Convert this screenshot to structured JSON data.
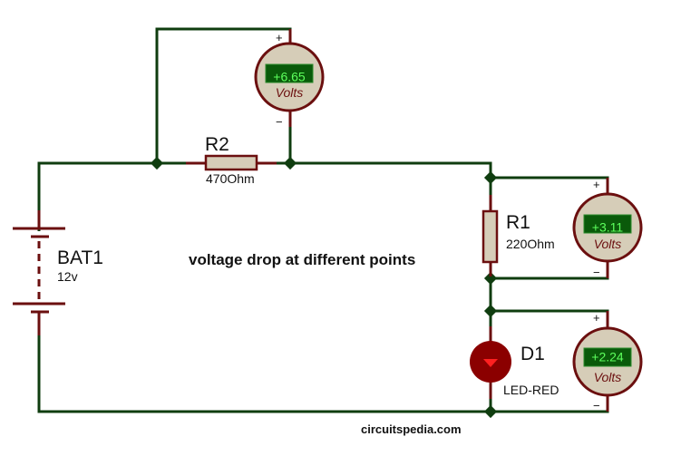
{
  "title": "voltage drop at different points",
  "footer": "circuitspedia.com",
  "colors": {
    "wire": "#0f3d0f",
    "component": "#6b0f0f",
    "body_fill": "#d6cdb8",
    "display_bg": "#0a5a0a",
    "display_text": "#5dff5d",
    "led": "#8b0000",
    "led_arrow": "#ff2020"
  },
  "components": {
    "battery": {
      "ref": "BAT1",
      "value": "12v"
    },
    "r2": {
      "ref": "R2",
      "value": "470Ohm"
    },
    "r1": {
      "ref": "R1",
      "value": "220Ohm"
    },
    "d1": {
      "ref": "D1",
      "value": "LED-RED"
    }
  },
  "voltmeters": [
    {
      "id": "vm-r2",
      "reading": "+6.65",
      "unit": "Volts",
      "plus": "+",
      "minus": "−"
    },
    {
      "id": "vm-r1",
      "reading": "+3.11",
      "unit": "Volts",
      "plus": "+",
      "minus": "−"
    },
    {
      "id": "vm-d1",
      "reading": "+2.24",
      "unit": "Volts",
      "plus": "+",
      "minus": "−"
    }
  ]
}
